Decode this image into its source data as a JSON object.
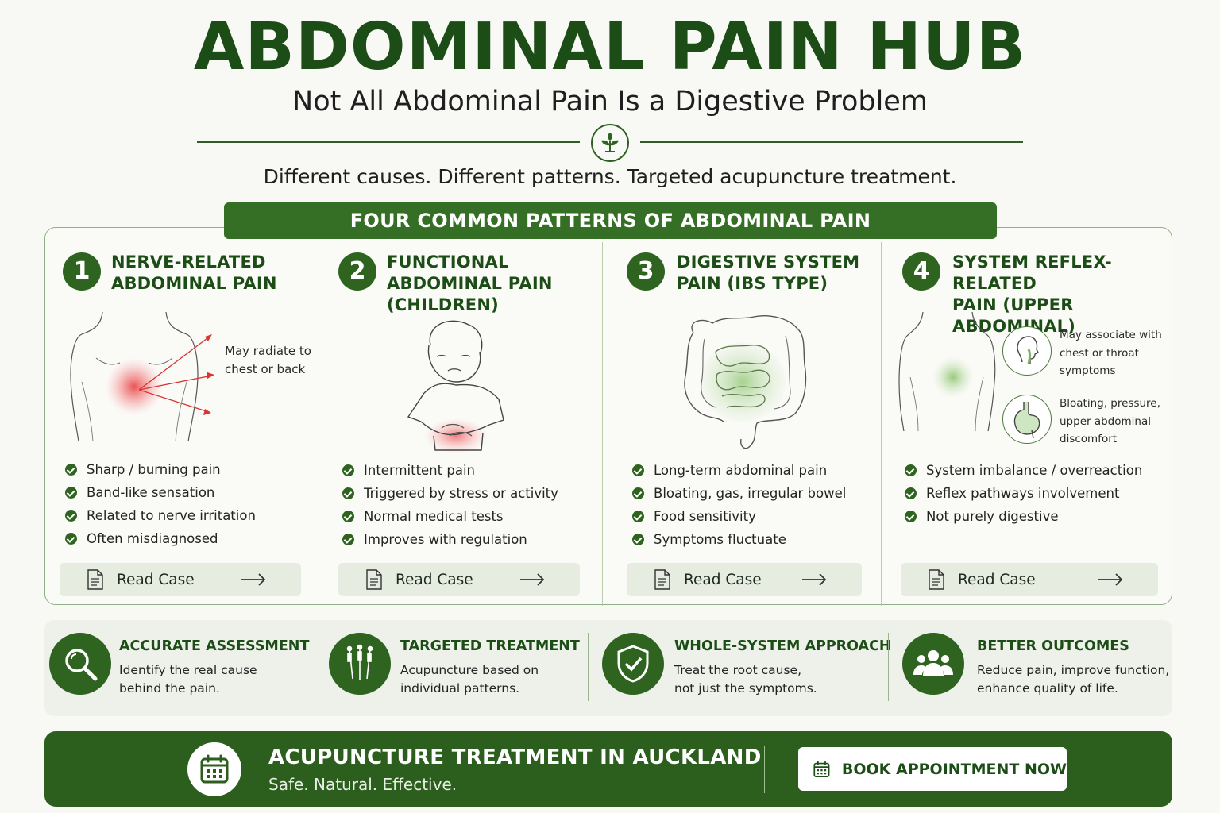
{
  "header": {
    "title": "ABDOMINAL PAIN HUB",
    "subtitle": "Not All Abdominal Pain Is a Digestive Problem",
    "tagline": "Different causes. Different patterns. Targeted acupuncture treatment."
  },
  "section": {
    "banner": "FOUR COMMON PATTERNS OF ABDOMINAL PAIN"
  },
  "patterns": [
    {
      "number": "1",
      "title_line1": "NERVE-RELATED",
      "title_line2": "ABDOMINAL PAIN",
      "note_line1": "May radiate to",
      "note_line2": "chest or back",
      "bullets": [
        "Sharp / burning pain",
        "Band-like sensation",
        "Related to nerve irritation",
        "Often misdiagnosed"
      ],
      "button": "Read Case"
    },
    {
      "number": "2",
      "title_line1": "FUNCTIONAL",
      "title_line2": "ABDOMINAL PAIN",
      "title_line3": "(CHILDREN)",
      "bullets": [
        "Intermittent pain",
        "Triggered by stress or activity",
        "Normal medical tests",
        "Improves with regulation"
      ],
      "button": "Read Case"
    },
    {
      "number": "3",
      "title_line1": "DIGESTIVE SYSTEM",
      "title_line2": "PAIN (IBS TYPE)",
      "bullets": [
        "Long-term abdominal pain",
        "Bloating, gas, irregular bowel",
        "Food sensitivity",
        "Symptoms fluctuate"
      ],
      "button": "Read Case"
    },
    {
      "number": "4",
      "title_line1": "SYSTEM REFLEX-RELATED",
      "title_line2": "PAIN (UPPER ABDOMINAL)",
      "note_a": [
        "May associate with",
        "chest or throat",
        "symptoms"
      ],
      "note_b": [
        "Bloating, pressure,",
        "upper abdominal",
        "discomfort"
      ],
      "bullets": [
        "System imbalance / overreaction",
        "Reflex pathways involvement",
        "Not purely digestive"
      ],
      "button": "Read Case"
    }
  ],
  "features": [
    {
      "title": "ACCURATE ASSESSMENT",
      "desc_line1": "Identify the real cause",
      "desc_line2": "behind the pain.",
      "icon": "magnifier-icon"
    },
    {
      "title": "TARGETED TREATMENT",
      "desc_line1": "Acupuncture based on",
      "desc_line2": "individual patterns.",
      "icon": "needles-icon"
    },
    {
      "title": "WHOLE-SYSTEM APPROACH",
      "desc_line1": "Treat the root cause,",
      "desc_line2": "not just the symptoms.",
      "icon": "shield-check-icon"
    },
    {
      "title": "BETTER OUTCOMES",
      "desc_line1": "Reduce pain, improve function,",
      "desc_line2": "enhance quality of life.",
      "icon": "people-icon"
    }
  ],
  "cta": {
    "title": "ACUPUNCTURE TREATMENT IN AUCKLAND",
    "subtitle": "Safe. Natural. Effective.",
    "button": "BOOK APPOINTMENT NOW"
  },
  "colors": {
    "brand_green": "#2f6420",
    "dark_green": "#1d4d16",
    "pain_red": "#e84a4a",
    "soft_green": "#8cc46e"
  }
}
